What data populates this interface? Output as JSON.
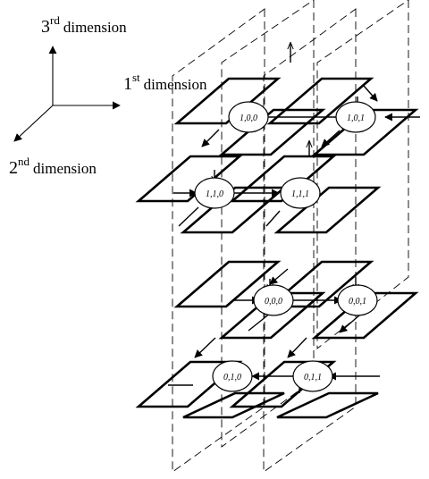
{
  "axes": {
    "first": {
      "base": "1",
      "sup": "st",
      "word": "dimension"
    },
    "second": {
      "base": "2",
      "sup": "nd",
      "word": "dimension"
    },
    "third": {
      "base": "3",
      "sup": "rd",
      "word": "dimension"
    }
  },
  "nodes": [
    {
      "id": "1,0,0",
      "label": "1,0,0"
    },
    {
      "id": "1,0,1",
      "label": "1,0,1"
    },
    {
      "id": "1,1,0",
      "label": "1,1,0"
    },
    {
      "id": "1,1,1",
      "label": "1,1,1"
    },
    {
      "id": "0,0,0",
      "label": "0,0,0"
    },
    {
      "id": "0,0,1",
      "label": "0,0,1"
    },
    {
      "id": "0,1,0",
      "label": "0,1,0"
    },
    {
      "id": "0,1,1",
      "label": "0,1,1"
    }
  ]
}
